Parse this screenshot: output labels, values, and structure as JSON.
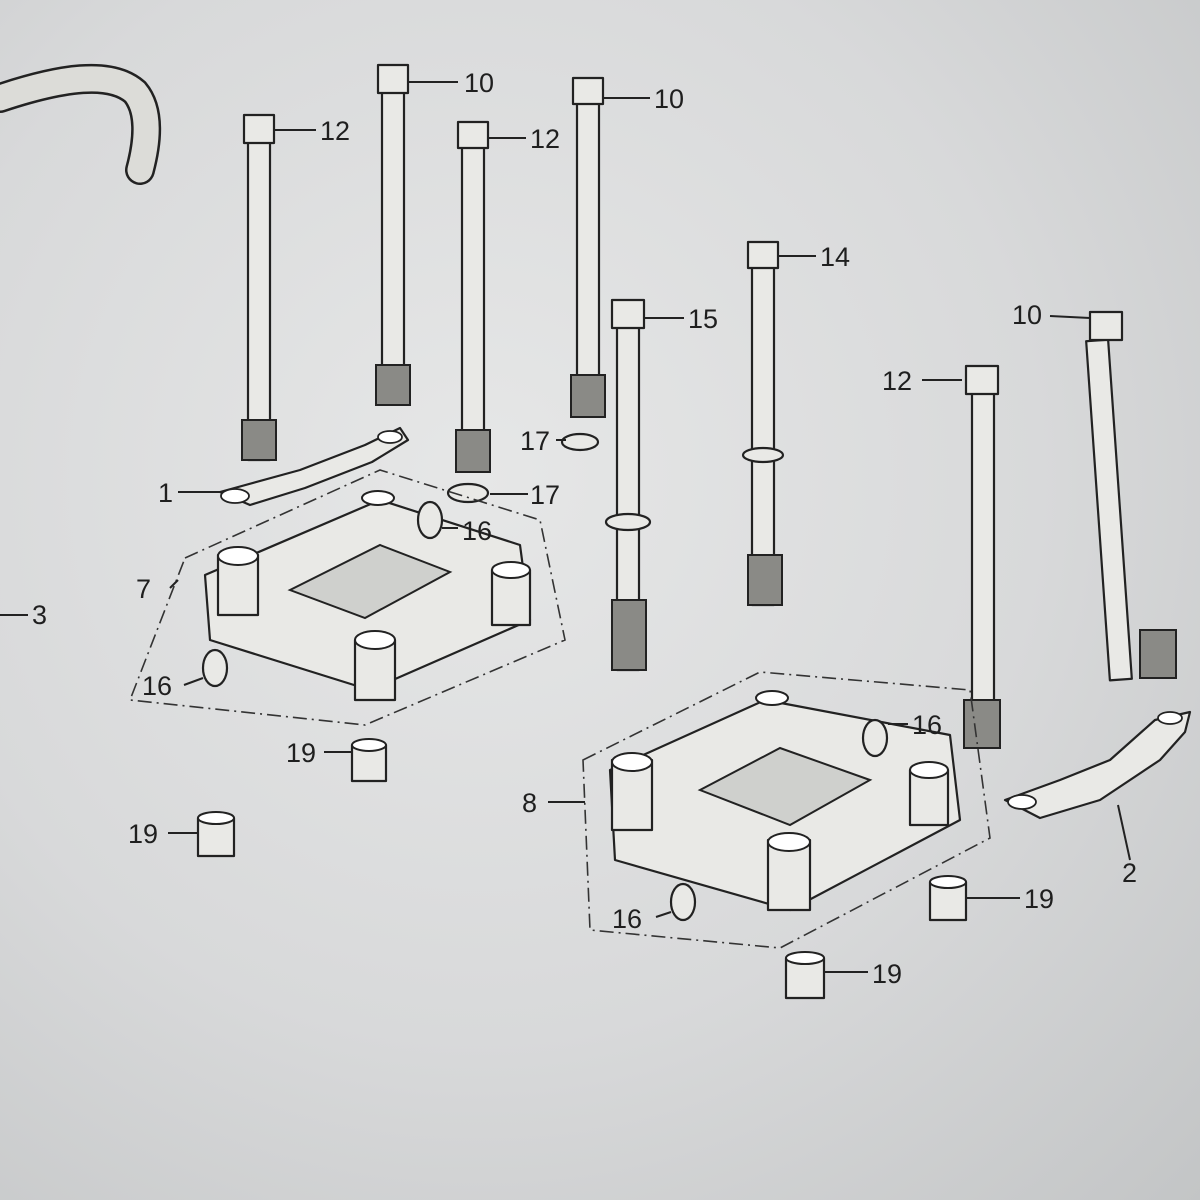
{
  "callouts": {
    "c10a": "10",
    "c10b": "10",
    "c10c": "10",
    "c12a": "12",
    "c12b": "12",
    "c12c": "12",
    "c14": "14",
    "c15": "15",
    "c17a": "17",
    "c17b": "17",
    "c1": "1",
    "c16a": "16",
    "c16b": "16",
    "c16c": "16",
    "c16d": "16",
    "c7": "7",
    "c3": "3",
    "c19a": "19",
    "c19b": "19",
    "c19c": "19",
    "c19d": "19",
    "c8": "8",
    "c2": "2"
  }
}
